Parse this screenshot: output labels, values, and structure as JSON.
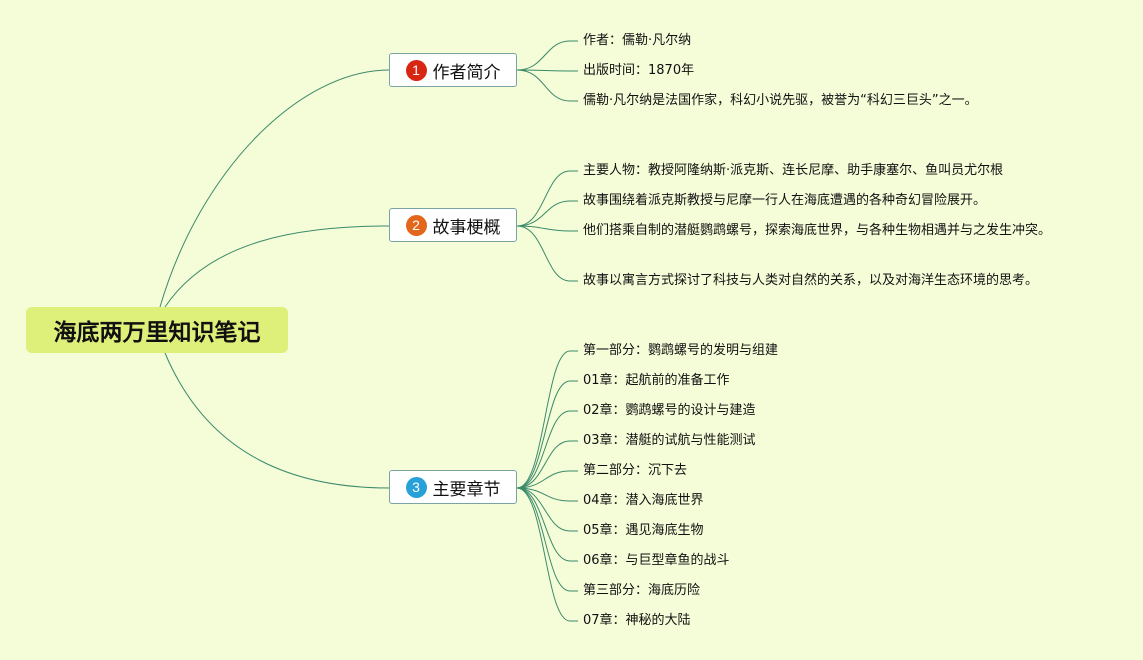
{
  "root": {
    "label": "海底两万里知识笔记"
  },
  "colors": {
    "badge1": "#d72612",
    "badge2": "#e2661c",
    "badge3": "#28a0d8",
    "line": "#3a8a6a"
  },
  "branches": [
    {
      "number": "1",
      "label": "作者简介",
      "items": [
        "作者：儒勒·凡尔纳",
        "出版时间：1870年",
        "儒勒·凡尔纳是法国作家，科幻小说先驱，被誉为“科幻三巨头”之一。"
      ]
    },
    {
      "number": "2",
      "label": "故事梗概",
      "items": [
        "主要人物：教授阿隆纳斯·派克斯、连长尼摩、助手康塞尔、鱼叫员尤尔根",
        "故事围绕着派克斯教授与尼摩一行人在海底遭遇的各种奇幻冒险展开。",
        "他们搭乘自制的潜艇鹦鹉螺号，探索海底世界，与各种生物相遇并与之发生冲突。",
        "故事以寓言方式探讨了科技与人类对自然的关系，以及对海洋生态环境的思考。"
      ]
    },
    {
      "number": "3",
      "label": "主要章节",
      "items": [
        "第一部分：鹦鹉螺号的发明与组建",
        "01章：起航前的准备工作",
        "02章：鹦鹉螺号的设计与建造",
        "03章：潜艇的试航与性能测试",
        "第二部分：沉下去",
        "04章：潜入海底世界",
        "05章：遇见海底生物",
        "06章：与巨型章鱼的战斗",
        "第三部分：海底历险",
        "07章：神秘的大陆"
      ]
    }
  ]
}
